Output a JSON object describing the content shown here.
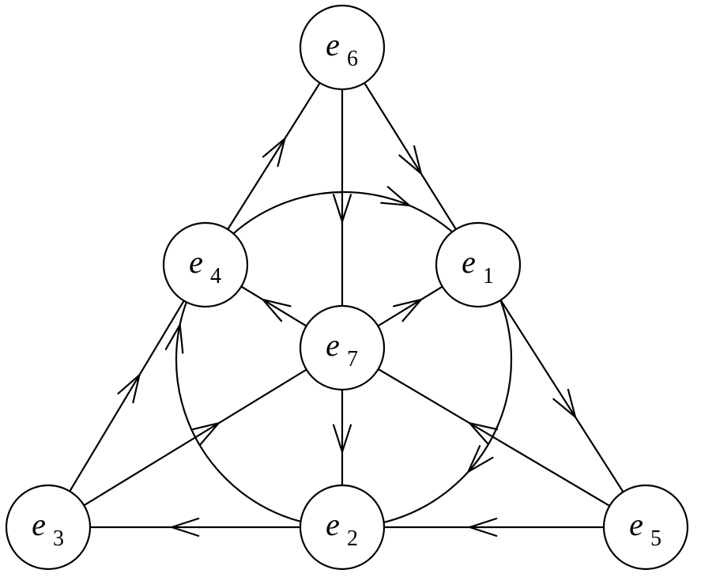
{
  "diagram": {
    "nodes": [
      {
        "id": "e1",
        "base": "e",
        "sub": "1"
      },
      {
        "id": "e2",
        "base": "e",
        "sub": "2"
      },
      {
        "id": "e3",
        "base": "e",
        "sub": "3"
      },
      {
        "id": "e4",
        "base": "e",
        "sub": "4"
      },
      {
        "id": "e5",
        "base": "e",
        "sub": "5"
      },
      {
        "id": "e6",
        "base": "e",
        "sub": "6"
      },
      {
        "id": "e7",
        "base": "e",
        "sub": "7"
      }
    ],
    "edges": [
      {
        "from": "e6",
        "to": "e1"
      },
      {
        "from": "e1",
        "to": "e5"
      },
      {
        "from": "e5",
        "to": "e2"
      },
      {
        "from": "e2",
        "to": "e3"
      },
      {
        "from": "e3",
        "to": "e4"
      },
      {
        "from": "e4",
        "to": "e6"
      },
      {
        "from": "e6",
        "to": "e7"
      },
      {
        "from": "e7",
        "to": "e2"
      },
      {
        "from": "e7",
        "to": "e4"
      },
      {
        "from": "e7",
        "to": "e1"
      },
      {
        "from": "e5",
        "to": "e7"
      },
      {
        "from": "e3",
        "to": "e7"
      }
    ],
    "circle_arcs": [
      {
        "from": "e4",
        "to": "e1"
      },
      {
        "from": "e1",
        "to": "e2"
      },
      {
        "from": "e2",
        "to": "e4"
      }
    ]
  }
}
